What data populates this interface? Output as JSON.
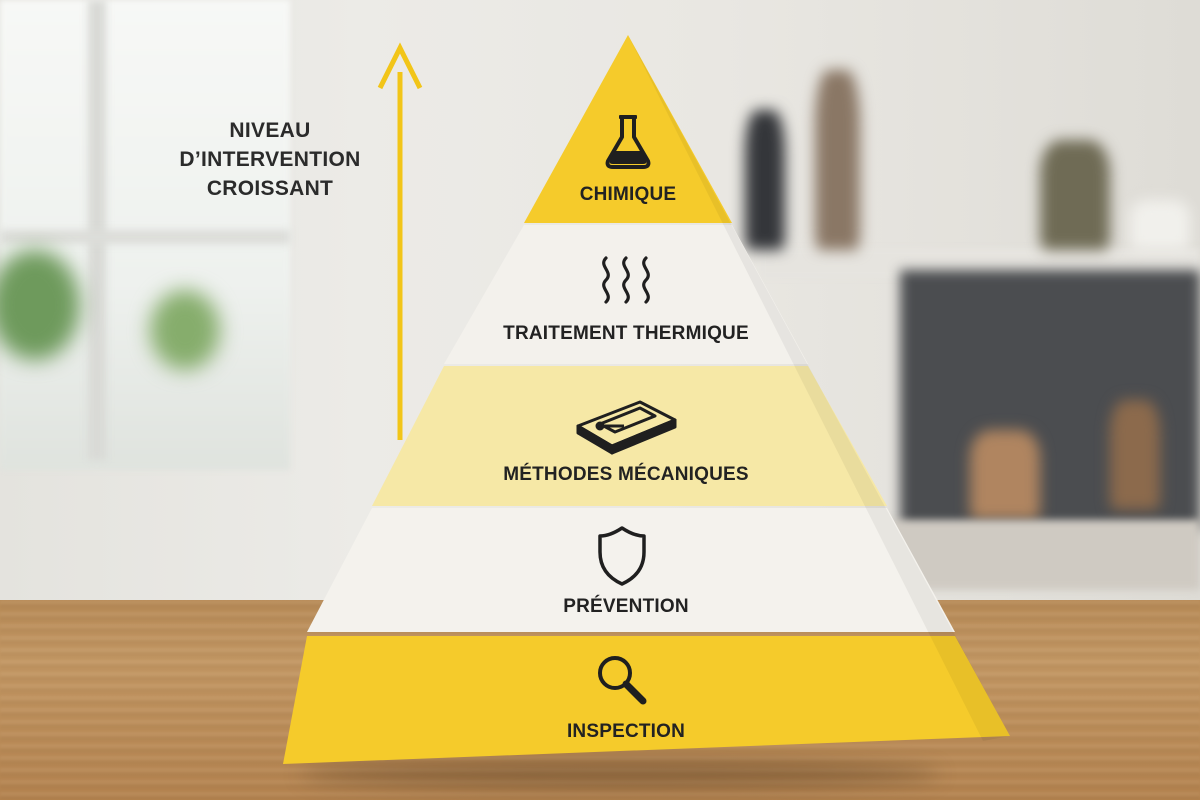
{
  "axis": {
    "label_lines": [
      "NIVEAU",
      "D’INTERVENTION",
      "CROISSANT"
    ],
    "arrow_color": "#f2c518"
  },
  "tiers": [
    {
      "label": "CHIMIQUE",
      "icon": "flask-icon",
      "fill": "#f5cb2b"
    },
    {
      "label": "TRAITEMENT THERMIQUE",
      "icon": "heat-waves-icon",
      "fill": "#f3f1ec"
    },
    {
      "label": "MÉTHODES MÉCANIQUES",
      "icon": "mousetrap-icon",
      "fill": "#f6e8a6"
    },
    {
      "label": "PRÉVENTION",
      "icon": "shield-icon",
      "fill": "#f3f1ec"
    },
    {
      "label": "INSPECTION",
      "icon": "magnifier-icon",
      "fill": "#f5cb2b"
    }
  ]
}
